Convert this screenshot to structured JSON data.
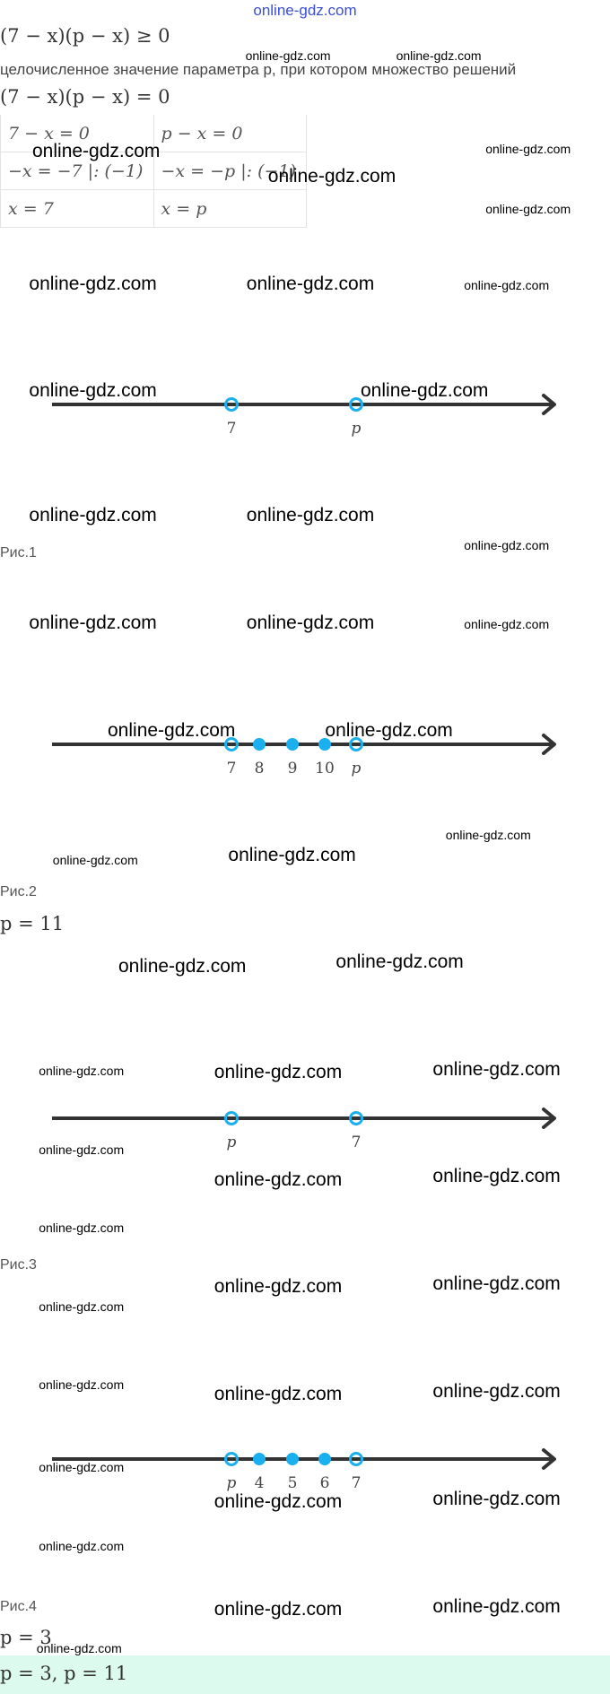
{
  "header": {
    "site": "online-gdz.com"
  },
  "watermark": "online-gdz.com",
  "content": {
    "inequality": "(7 − x)(p − x)  ≥  0",
    "task_text": "целочисленное значение параметра p, при котором множество решений",
    "equation": "(7 − x)(p − x) = 0",
    "table": [
      [
        "7 − x = 0",
        "p − x = 0"
      ],
      [
        "−x = −7  |: (−1)",
        "−x = −p  |: (−1)"
      ],
      [
        "x = 7",
        "x = p"
      ]
    ],
    "figures": [
      {
        "caption": "Рис.1",
        "points": [
          {
            "label": "7",
            "filled": false
          },
          {
            "label": "p",
            "filled": false
          }
        ]
      },
      {
        "caption": "Рис.2",
        "points": [
          {
            "label": "7",
            "filled": false
          },
          {
            "label": "8",
            "filled": true
          },
          {
            "label": "9",
            "filled": true
          },
          {
            "label": "10",
            "filled": true
          },
          {
            "label": "p",
            "filled": false
          }
        ],
        "result": "p = 11"
      },
      {
        "caption": "Рис.3",
        "points": [
          {
            "label": "p",
            "filled": false
          },
          {
            "label": "7",
            "filled": false
          }
        ]
      },
      {
        "caption": "Рис.4",
        "points": [
          {
            "label": "p",
            "filled": false
          },
          {
            "label": "4",
            "filled": true
          },
          {
            "label": "5",
            "filled": true
          },
          {
            "label": "6",
            "filled": true
          },
          {
            "label": "7",
            "filled": false
          }
        ],
        "result": "p = 3"
      }
    ],
    "answer": "p = 3, p = 11"
  },
  "colors": {
    "point": "#1ab0f0",
    "axis": "#333333",
    "answer_bg": "#dcfbee",
    "header_link": "#3b4fd8"
  }
}
